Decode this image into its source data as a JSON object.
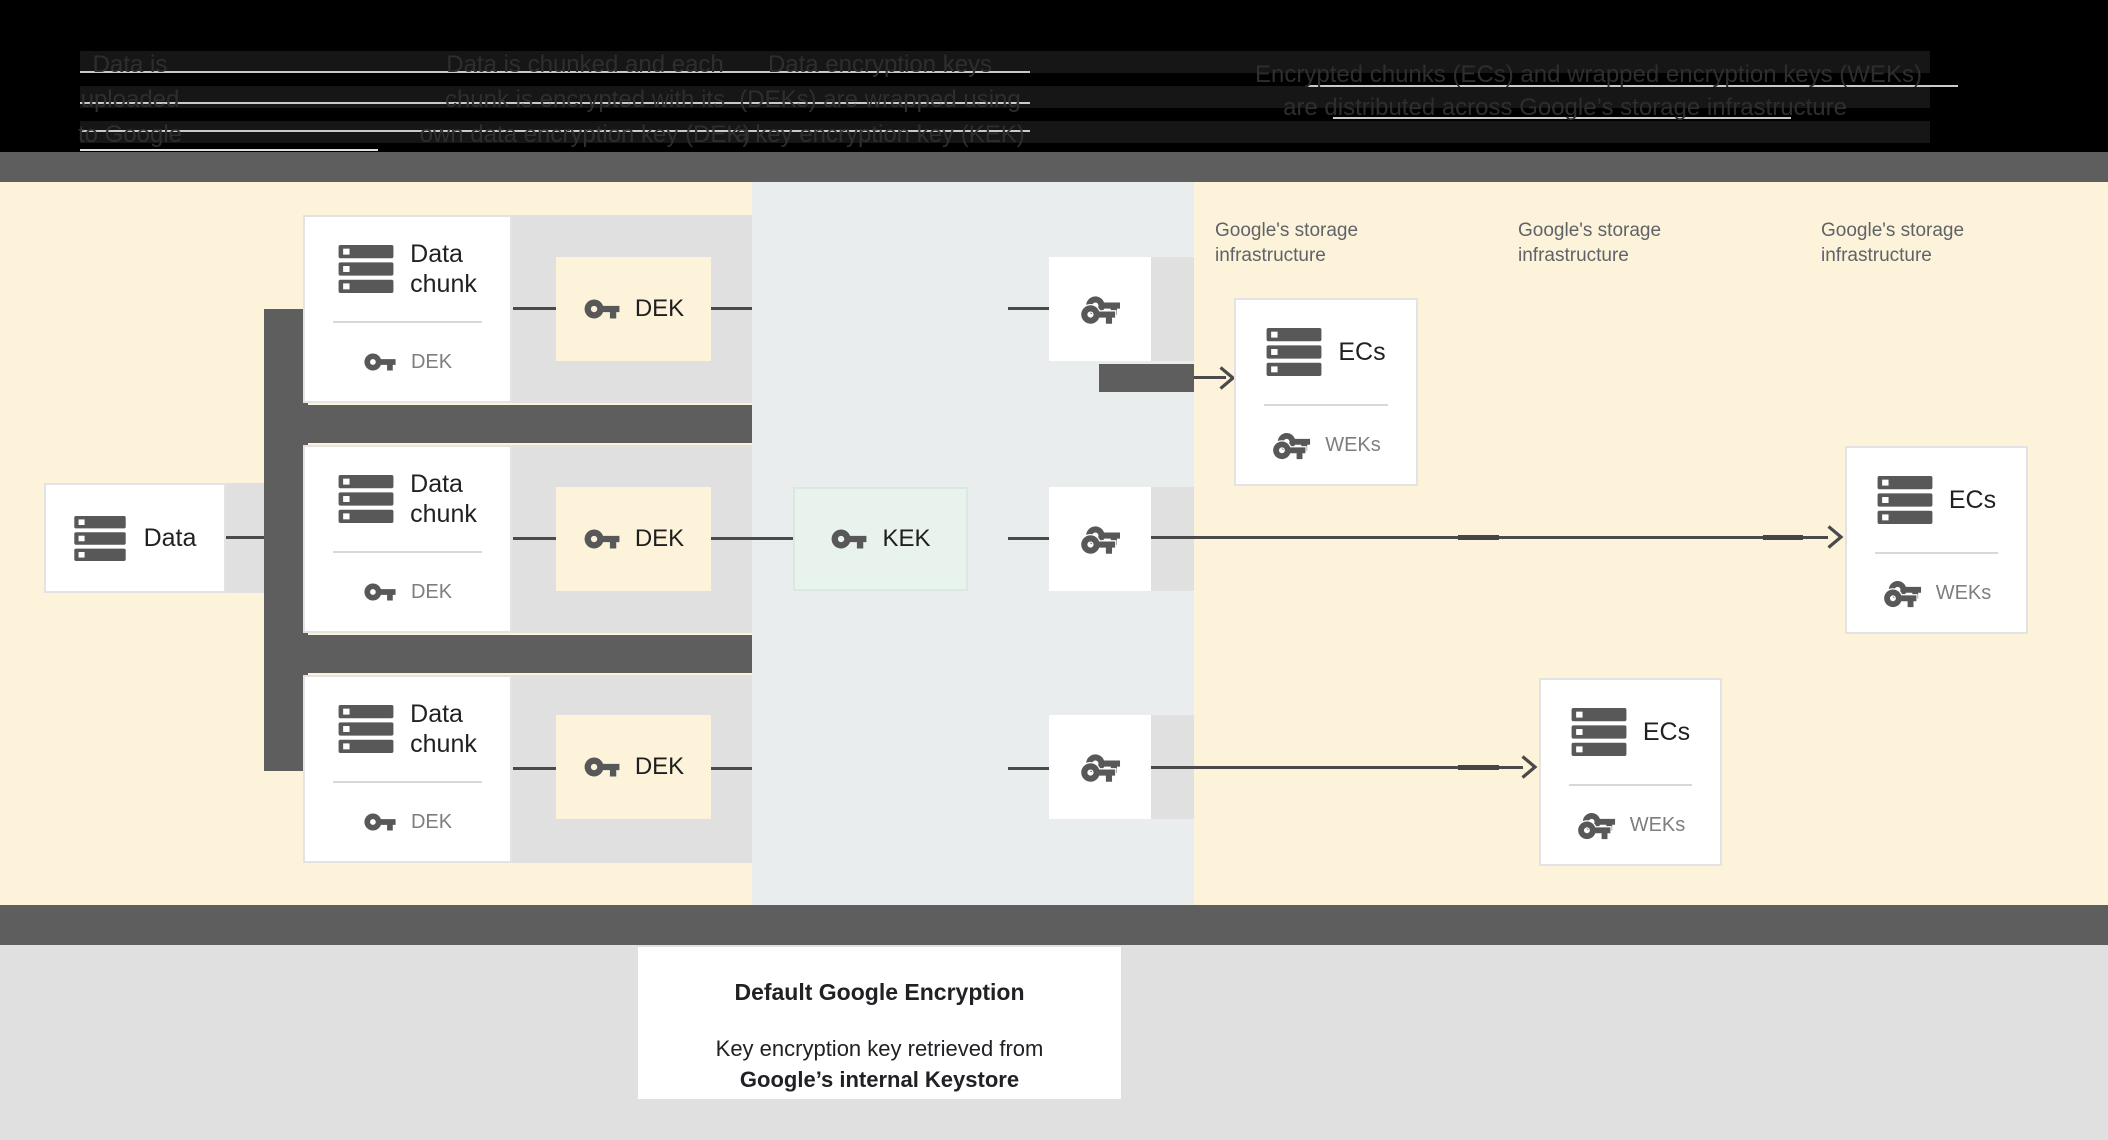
{
  "header": {
    "steps": [
      {
        "lines": [
          "Data is",
          "uploaded",
          "to Google"
        ]
      },
      {
        "lines": [
          "Data is chunked and each",
          "chunk is encrypted with its",
          "own data encryption key (DEK)"
        ]
      },
      {
        "lines": [
          "Data encryption keys",
          "(DEKs) are wrapped using",
          "a key encryption key (KEK)"
        ]
      },
      {
        "lines": [
          "Encrypted chunks (ECs) and wrapped encryption keys (WEKs)",
          "are distributed across Google’s storage infrastructure"
        ]
      }
    ]
  },
  "diagram": {
    "data_box": {
      "label": "Data"
    },
    "rows": [
      {
        "chunk_line1": "Data",
        "chunk_line2": "chunk",
        "chunk_key_label": "DEK",
        "dek_label": "DEK"
      },
      {
        "chunk_line1": "Data",
        "chunk_line2": "chunk",
        "chunk_key_label": "DEK",
        "dek_label": "DEK"
      },
      {
        "chunk_line1": "Data",
        "chunk_line2": "chunk",
        "chunk_key_label": "DEK",
        "dek_label": "DEK"
      }
    ],
    "kek_label": "KEK",
    "storage_labels": [
      {
        "line1": "Google's storage",
        "line2": "infrastructure"
      },
      {
        "line1": "Google's storage",
        "line2": "infrastructure"
      },
      {
        "line1": "Google's storage",
        "line2": "infrastructure"
      }
    ],
    "ec_boxes": [
      {
        "label": "ECs",
        "keys_label": "WEKs"
      },
      {
        "label": "ECs",
        "keys_label": "WEKs"
      },
      {
        "label": "ECs",
        "keys_label": "WEKs"
      }
    ]
  },
  "caption": {
    "title": "Default Google Encryption",
    "body_line1": "Key encryption key retrieved from",
    "body_line2": "Google’s internal Keystore"
  },
  "icons": {
    "server": "data-server-icon",
    "key": "key-icon",
    "wrapped_key": "wrapped-key-icon",
    "arrowhead": "arrowhead-icon"
  },
  "colors": {
    "header_bg": "#000000",
    "cream_panel": "#fdf3da",
    "middle_panel": "#e9edee",
    "gray_band": "#e0e0e0",
    "dark_connector": "#5e5e5e",
    "line": "#4a4a4a",
    "kek_green": "#e7f3ec",
    "text_primary": "#212121",
    "text_secondary": "#7e7e7e",
    "storage_text": "#5f6368"
  }
}
